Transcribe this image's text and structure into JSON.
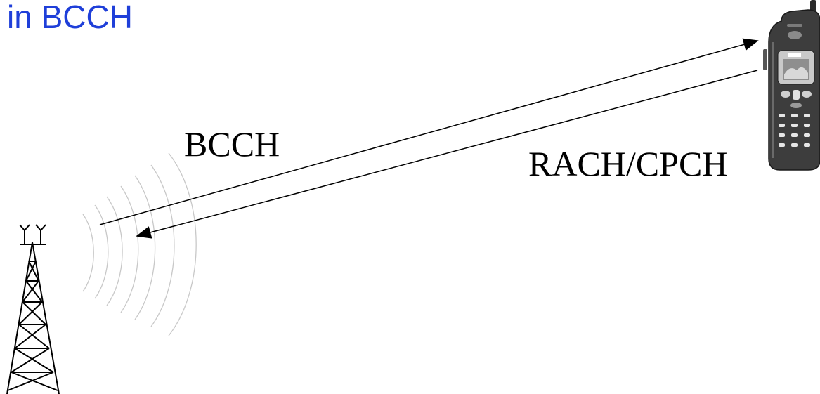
{
  "slide": {
    "title": "in BCCH",
    "title_color": "#1f3fd9"
  },
  "diagram": {
    "downlink_label": "BCCH",
    "uplink_label": "RACH/CPCH",
    "nodes": [
      {
        "id": "base-station",
        "icon": "cell-tower-icon"
      },
      {
        "id": "mobile-phone",
        "icon": "mobile-phone-icon"
      }
    ],
    "links": [
      {
        "from": "base-station",
        "to": "mobile-phone",
        "label": "BCCH"
      },
      {
        "from": "mobile-phone",
        "to": "base-station",
        "label": "RACH/CPCH"
      }
    ]
  }
}
